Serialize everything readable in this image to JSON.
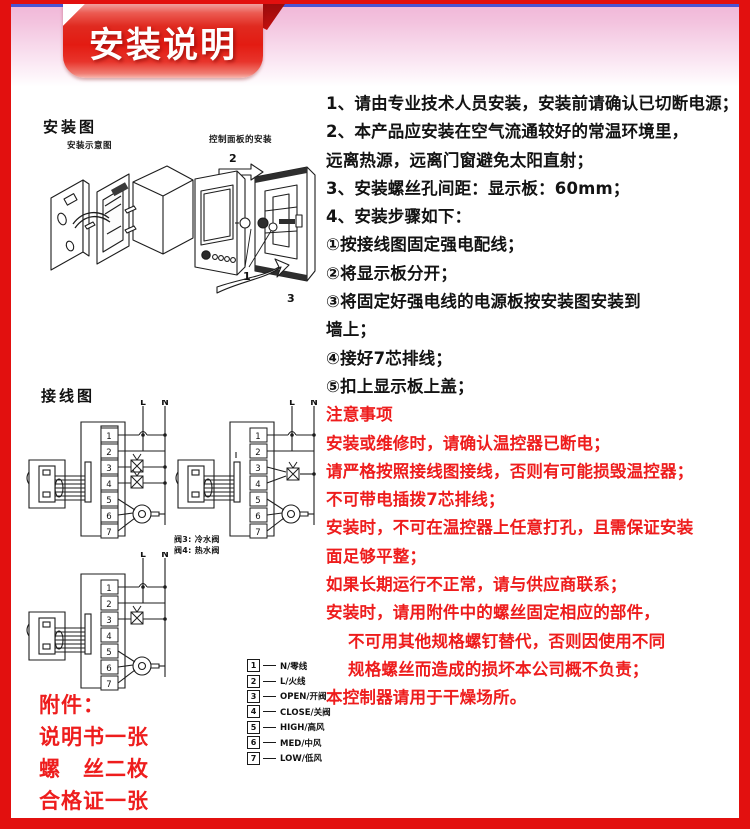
{
  "header": {
    "title": "安装说明"
  },
  "left": {
    "install_diagram": {
      "heading": "安装图",
      "sub_left": "安装示意图",
      "sub_right": "控制面板的安装",
      "callouts": [
        "1",
        "2",
        "3"
      ]
    },
    "wiring_diagram": {
      "heading": "接线图",
      "line_live": "L",
      "line_neutral": "N",
      "terminal_numbers": [
        "1",
        "2",
        "3",
        "4",
        "5",
        "6",
        "7"
      ],
      "valve_notes": [
        "阀3: 冷水阀",
        "阀4: 热水阀"
      ]
    },
    "terminal_legend": [
      {
        "num": "1",
        "label": "N/零线"
      },
      {
        "num": "2",
        "label": "L/火线"
      },
      {
        "num": "3",
        "label": "OPEN/开阀"
      },
      {
        "num": "4",
        "label": "CLOSE/关阀"
      },
      {
        "num": "5",
        "label": "HIGH/高风"
      },
      {
        "num": "6",
        "label": "MED/中风"
      },
      {
        "num": "7",
        "label": "LOW/低风"
      }
    ],
    "accessories": {
      "title": "附件：",
      "items": [
        "说明书一张",
        "螺　丝二枚",
        "合格证一张"
      ]
    }
  },
  "right": {
    "instructions": [
      "1、请由专业技术人员安装，安装前请确认已切断电源；",
      "2、本产品应安装在空气流通较好的常温环境里，",
      "远离热源，远离门窗避免太阳直射；",
      "3、安装螺丝孔间距：显示板：60mm；",
      "4、安装步骤如下：",
      "①按接线图固定强电配线；",
      "②将显示板分开；",
      "③将固定好强电线的电源板按安装图安装到",
      "墙上；",
      "④接好7芯排线；",
      "⑤扣上显示板上盖；"
    ],
    "warnings_title": "注意事项",
    "warnings": [
      "安装或维修时，请确认温控器已断电；",
      "请严格按照接线图接线，否则有可能损毁温控器；",
      "不可带电插拨7芯排线；",
      "安装时，不可在温控器上任意打孔，且需保证安装",
      "面足够平整；",
      "如果长期运行不正常，请与供应商联系；",
      "安装时，请用附件中的螺丝固定相应的部件，"
    ],
    "warnings_indented": [
      "不可用其他规格螺钉替代，否则因使用不同",
      "规格螺丝而造成的损坏本公司概不负责；"
    ],
    "warnings_tail": [
      "本控制器请用于干燥场所。"
    ]
  },
  "colors": {
    "border_red": "#e2100f",
    "warning_red": "#ee1d1d",
    "header_pink": "#f3c3de",
    "ribbon_red": "#e31b12",
    "text_black": "#131313"
  }
}
